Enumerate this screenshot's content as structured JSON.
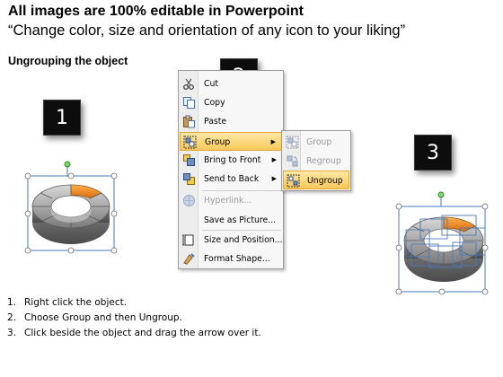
{
  "header": {
    "title": "All images are 100% editable in Powerpoint",
    "subtitle": "“Change color, size and orientation of any icon to your liking”"
  },
  "section_heading": "Ungrouping the object",
  "badges": [
    "1",
    "2",
    "3"
  ],
  "context_menu": {
    "items": [
      {
        "label": "Cut",
        "icon": "scissors-icon",
        "disabled": false,
        "submenu": false
      },
      {
        "label": "Copy",
        "icon": "copy-icon",
        "disabled": false,
        "submenu": false
      },
      {
        "label": "Paste",
        "icon": "paste-icon",
        "disabled": false,
        "submenu": false
      },
      {
        "label": "Group",
        "icon": "group-icon",
        "disabled": false,
        "submenu": true,
        "highlighted": true
      },
      {
        "label": "Bring to Front",
        "icon": "bring-to-front-icon",
        "disabled": false,
        "submenu": true
      },
      {
        "label": "Send to Back",
        "icon": "send-to-back-icon",
        "disabled": false,
        "submenu": true
      },
      {
        "label": "Hyperlink...",
        "icon": "hyperlink-icon",
        "disabled": true,
        "submenu": false
      },
      {
        "label": "Save as Picture...",
        "icon": "",
        "disabled": false,
        "submenu": false
      },
      {
        "label": "Size and Position...",
        "icon": "size-position-icon",
        "disabled": false,
        "submenu": false
      },
      {
        "label": "Format Shape...",
        "icon": "format-shape-icon",
        "disabled": false,
        "submenu": false
      }
    ]
  },
  "group_submenu": {
    "items": [
      {
        "label": "Group",
        "icon": "group-icon",
        "disabled": true
      },
      {
        "label": "Regroup",
        "icon": "regroup-icon",
        "disabled": true
      },
      {
        "label": "Ungroup",
        "icon": "ungroup-icon",
        "disabled": false,
        "highlighted": true
      }
    ]
  },
  "instructions": [
    {
      "num": "1.",
      "text": "Right click the object."
    },
    {
      "num": "2.",
      "text": "Choose Group and then Ungroup."
    },
    {
      "num": "3.",
      "text": "Click beside the object and drag the arrow over it."
    }
  ],
  "colors": {
    "badge": "#0d0d0d",
    "highlight": "#f9c85a",
    "ring_gray": "#8c8c8c",
    "ring_accent": "#f08a1c",
    "selection_green": "#4caf50"
  }
}
